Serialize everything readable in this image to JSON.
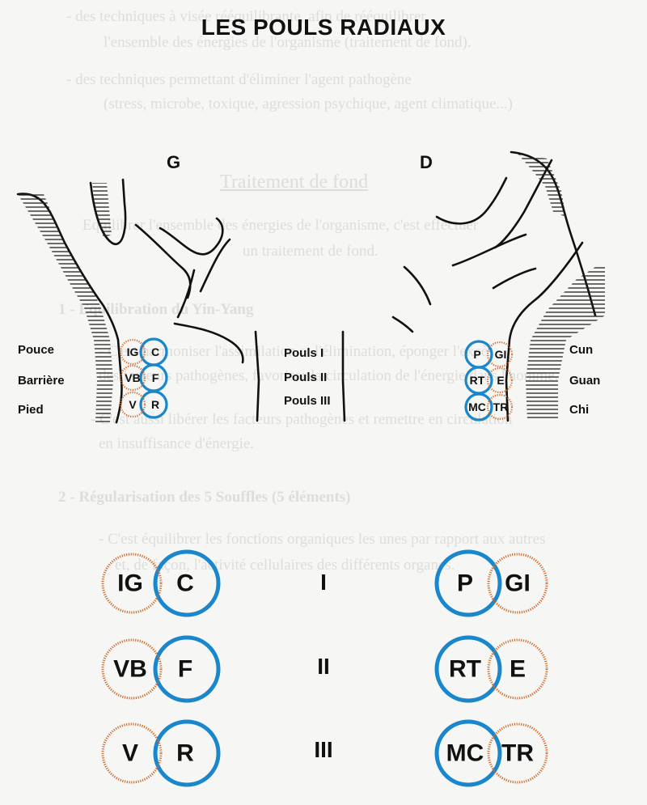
{
  "title": "LES POULS RADIAUX",
  "sides": {
    "left": "G",
    "right": "D"
  },
  "left_labels": [
    "Pouce",
    "Barrière",
    "Pied"
  ],
  "right_labels": [
    "Cun",
    "Guan",
    "Chi"
  ],
  "center_labels": [
    "Pouls I",
    "Pouls II",
    "Pouls III"
  ],
  "roman": [
    "I",
    "II",
    "III"
  ],
  "background_text": [
    "- des techniques à visée rééquilibrante, afin de rééquilibrer",
    "l'ensemble des énergies de l'organisme (traitement de fond).",
    "- des techniques permettant d'éliminer l'agent pathogène",
    "(stress, microbe, toxique, agression psychique, agent climatique...)",
    "Traitement de fond",
    "Equilibrer l'ensemble des énergies de l'organisme, c'est effectuer",
    "un traitement de fond.",
    "1 - Equilibration du Yin-Yang",
    "- C'est harmoniser l'assimilation et l'élimination, éponger l'excès",
    "des facteurs pathogènes, favoriser la circulation de l'énergie dans l'homme.",
    "- C'est aussi libérer les facteurs pathogènes et remettre en circulation",
    "en insuffisance d'énergie.",
    "2 - Régularisation des 5 Souffles (5 éléments)",
    "- C'est équilibrer les fonctions organiques les unes par rapport aux autres",
    "et, de façon, l'activité cellulaires des différents organes."
  ],
  "pulses": {
    "left": [
      {
        "front": "IG",
        "back": "C"
      },
      {
        "front": "VB",
        "back": "F"
      },
      {
        "front": "V",
        "back": "R"
      }
    ],
    "right": [
      {
        "front": "P",
        "back": "GI"
      },
      {
        "front": "RT",
        "back": "E"
      },
      {
        "front": "MC",
        "back": "TR"
      }
    ]
  },
  "colors": {
    "blue": "#1a86cc",
    "orange": "#d06a2a",
    "ink": "#111111"
  }
}
